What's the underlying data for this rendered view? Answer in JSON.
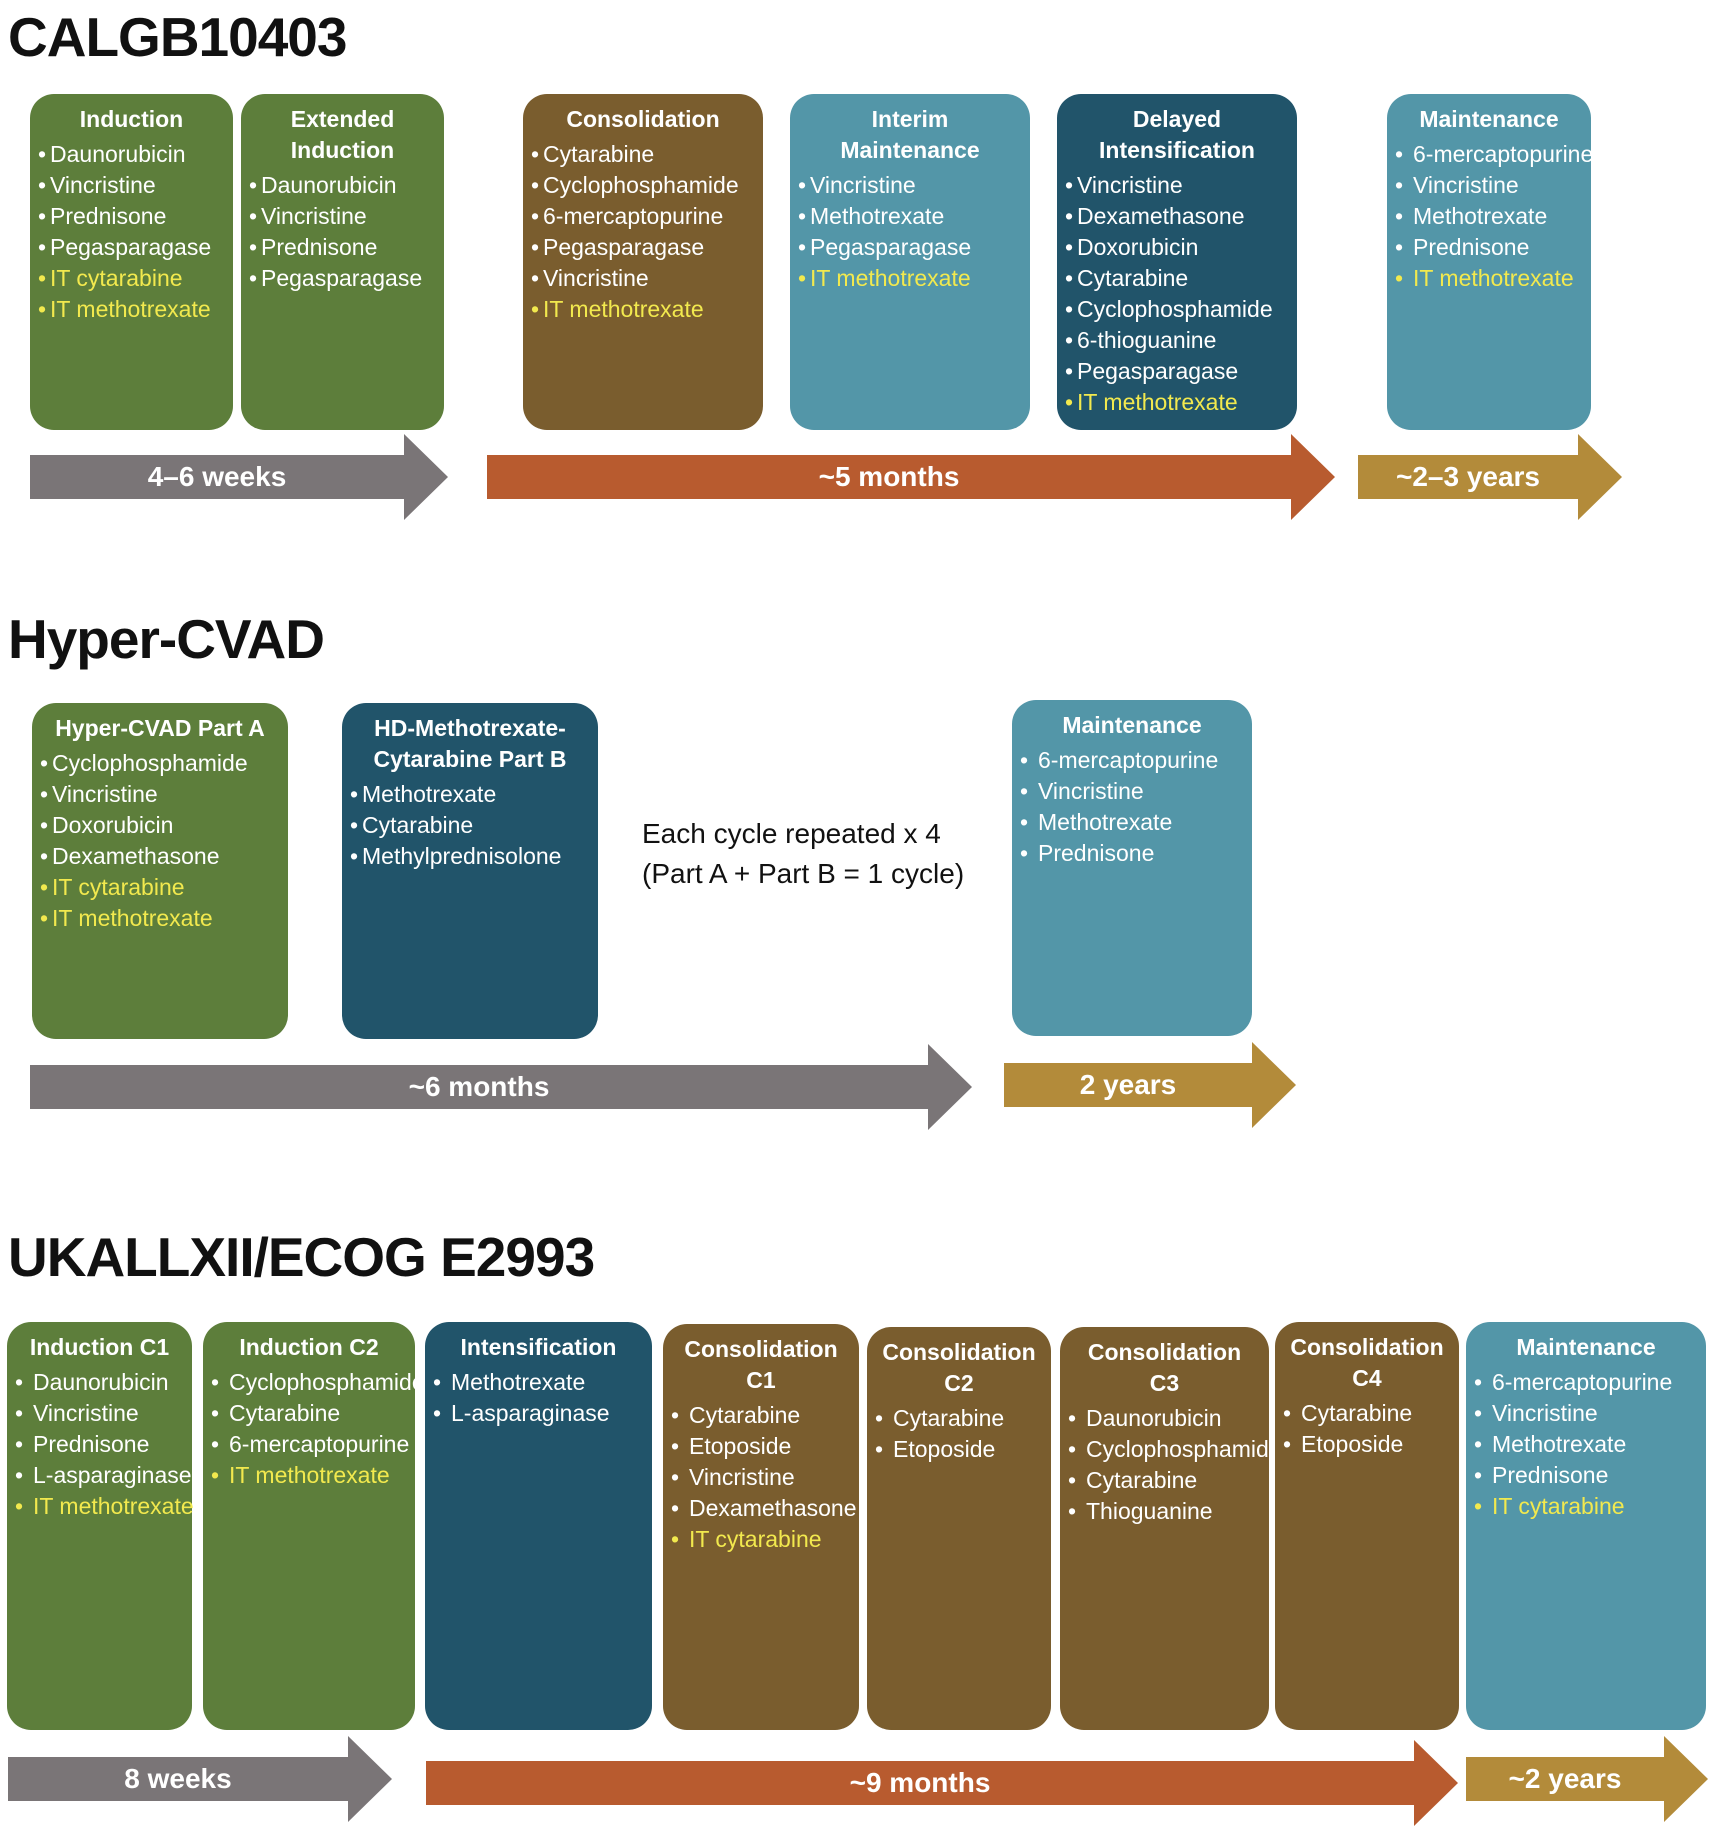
{
  "colors": {
    "green": "#5d7e3b",
    "brown": "#7a5d2e",
    "teal": "#5396a8",
    "navy": "#21546a",
    "it_text": "#f2e94e",
    "arrow_gray": "#7a7577",
    "arrow_orange": "#b85b2f",
    "arrow_gold": "#b38b3a"
  },
  "calgb": {
    "title": "CALGB10403",
    "boxes": [
      {
        "title": "Induction",
        "items": [
          "Daunorubicin",
          "Vincristine",
          "Prednisone",
          "Pegasparagase"
        ],
        "it_items": [
          "IT cytarabine",
          "IT methotrexate"
        ]
      },
      {
        "title": "Extended\nInduction",
        "items": [
          "Daunorubicin",
          "Vincristine",
          "Prednisone",
          "Pegasparagase"
        ],
        "it_items": []
      },
      {
        "title": "Consolidation",
        "items": [
          "Cytarabine",
          "Cyclophosphamide",
          "6-mercaptopurine",
          "Pegasparagase",
          "Vincristine"
        ],
        "it_items": [
          "IT methotrexate"
        ]
      },
      {
        "title": "Interim\nMaintenance",
        "items": [
          "Vincristine",
          "Methotrexate",
          "Pegasparagase"
        ],
        "it_items": [
          "IT methotrexate"
        ]
      },
      {
        "title": "Delayed\nIntensification",
        "items": [
          "Vincristine",
          "Dexamethasone",
          "Doxorubicin",
          "Cytarabine",
          "Cyclophosphamide",
          "6-thioguanine",
          "Pegasparagase"
        ],
        "it_items": [
          "IT methotrexate"
        ]
      },
      {
        "title": "Maintenance",
        "items": [
          "6-mercaptopurine",
          "Vincristine",
          "Methotrexate",
          "Prednisone"
        ],
        "it_items": [
          "IT methotrexate"
        ]
      }
    ],
    "arrows": [
      "4–6 weeks",
      "~5 months",
      "~2–3 years"
    ]
  },
  "hypercvad": {
    "title": "Hyper-CVAD",
    "boxes": [
      {
        "title": "Hyper-CVAD Part A",
        "items": [
          "Cyclophosphamide",
          "Vincristine",
          "Doxorubicin",
          "Dexamethasone"
        ],
        "it_items": [
          "IT cytarabine",
          "IT methotrexate"
        ]
      },
      {
        "title": "HD-Methotrexate-\nCytarabine Part B",
        "items": [
          "Methotrexate",
          "Cytarabine",
          "Methylprednisolone"
        ],
        "it_items": []
      },
      {
        "title": "Maintenance",
        "items": [
          "6-mercaptopurine",
          "Vincristine",
          "Methotrexate",
          "Prednisone"
        ],
        "it_items": []
      }
    ],
    "note": "Each cycle repeated x 4\n(Part A + Part B = 1 cycle)",
    "arrows": [
      "~6 months",
      "2 years"
    ]
  },
  "ukall": {
    "title": "UKALLXII/ECOG E2993",
    "boxes": [
      {
        "title": "Induction C1",
        "items": [
          "Daunorubicin",
          "Vincristine",
          "Prednisone",
          "L-asparaginase"
        ],
        "it_items": [
          "IT methotrexate"
        ]
      },
      {
        "title": "Induction C2",
        "items": [
          "Cyclophosphamide",
          "Cytarabine",
          "6-mercaptopurine"
        ],
        "it_items": [
          "IT methotrexate"
        ]
      },
      {
        "title": "Intensification",
        "items": [
          "Methotrexate",
          "L-asparaginase"
        ],
        "it_items": []
      },
      {
        "title": "Consolidation\nC1",
        "items": [
          "Cytarabine",
          "Etoposide",
          "Vincristine",
          "Dexamethasone"
        ],
        "it_items": [
          "IT cytarabine"
        ]
      },
      {
        "title": "Consolidation\nC2",
        "items": [
          "Cytarabine",
          "Etoposide"
        ],
        "it_items": []
      },
      {
        "title": "Consolidation\nC3",
        "items": [
          "Daunorubicin",
          "Cyclophosphamide",
          "Cytarabine",
          "Thioguanine"
        ],
        "it_items": []
      },
      {
        "title": "Consolidation\nC4",
        "items": [
          "Cytarabine",
          "Etoposide"
        ],
        "it_items": []
      },
      {
        "title": "Maintenance",
        "items": [
          "6-mercaptopurine",
          "Vincristine",
          "Methotrexate",
          "Prednisone"
        ],
        "it_items": [
          "IT cytarabine"
        ]
      }
    ],
    "arrows": [
      "8 weeks",
      "~9 months",
      "~2 years"
    ]
  }
}
